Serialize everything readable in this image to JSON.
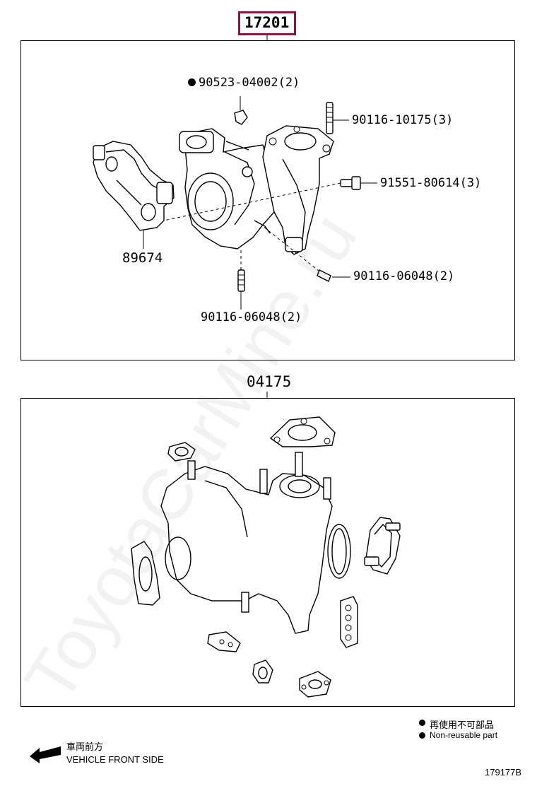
{
  "assembly_group": {
    "number": "17201",
    "parts": {
      "p1": {
        "text": "90523-04002(2)",
        "non_reusable": true
      },
      "p2": {
        "text": "90116-10175(3)"
      },
      "p3": {
        "text": "91551-80614(3)"
      },
      "p4": {
        "text": "89674"
      },
      "p5": {
        "text": "90116-06048(2)"
      },
      "p6": {
        "text": "90116-06048(2)"
      }
    }
  },
  "gasket_group": {
    "number": "04175"
  },
  "legend": {
    "non_reusable_jp": "再使用不可部品",
    "non_reusable_en": "Non-reusable part"
  },
  "orientation": {
    "label_jp": "車両前方",
    "label_en": "VEHICLE FRONT SIDE"
  },
  "figure_id": "179177B",
  "watermark": "ToyotaCarMine.ru"
}
